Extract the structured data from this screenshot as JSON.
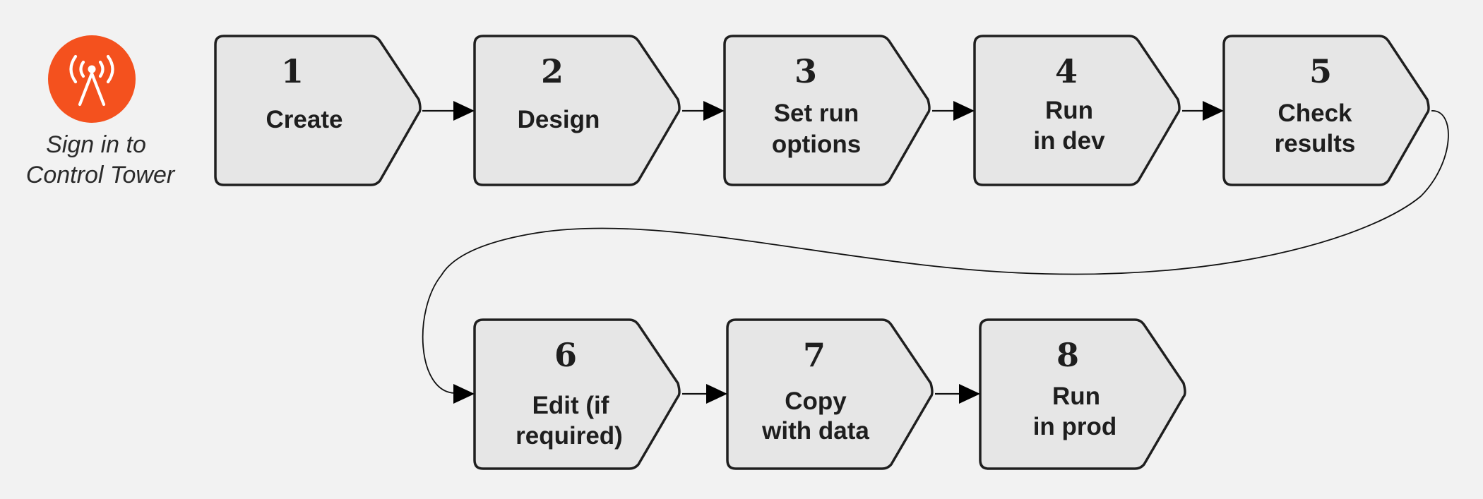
{
  "signin": {
    "icon": "control-tower-icon",
    "icon_color": "#f4511e",
    "line1": "Sign in to",
    "line2": "Control Tower"
  },
  "steps": [
    {
      "number": "1",
      "lines": [
        "Create"
      ]
    },
    {
      "number": "2",
      "lines": [
        "Design"
      ]
    },
    {
      "number": "3",
      "lines": [
        "Set run",
        "options"
      ]
    },
    {
      "number": "4",
      "lines": [
        "Run",
        "in dev"
      ]
    },
    {
      "number": "5",
      "lines": [
        "Check",
        "results"
      ]
    },
    {
      "number": "6",
      "lines": [
        "Edit (if",
        "required)"
      ]
    },
    {
      "number": "7",
      "lines": [
        "Copy",
        "with data"
      ]
    },
    {
      "number": "8",
      "lines": [
        "Run",
        "in prod"
      ]
    }
  ]
}
